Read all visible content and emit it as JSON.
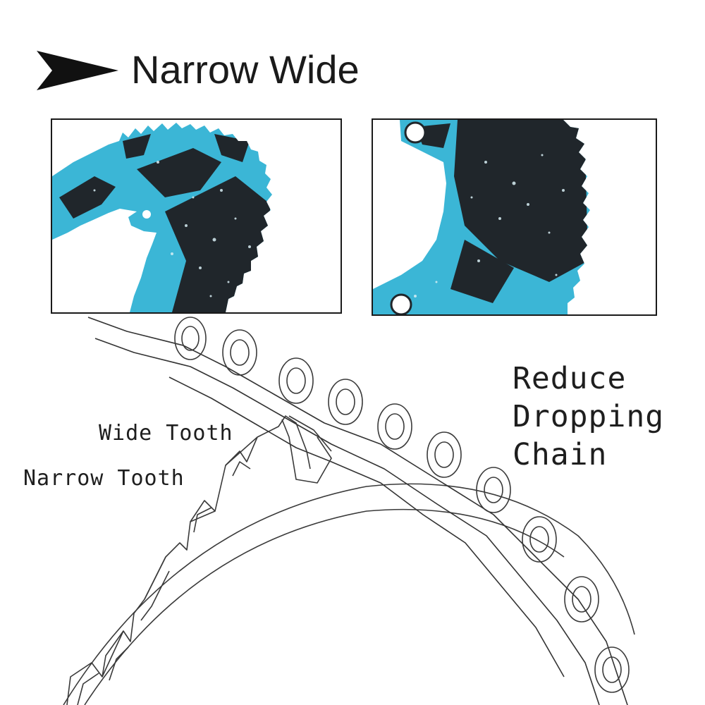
{
  "header": {
    "title": "Narrow Wide",
    "arrow_icon": "arrow-pointer-icon"
  },
  "photos": [
    {
      "name": "chainring-closeup-left",
      "colors": {
        "base": "#3bb6d6",
        "splatter": "#20262b"
      }
    },
    {
      "name": "chainring-closeup-right",
      "colors": {
        "base": "#3bb6d6",
        "splatter": "#20262b"
      }
    }
  ],
  "diagram": {
    "labels": {
      "wide_tooth": "Wide Tooth",
      "narrow_tooth": "Narrow Tooth"
    },
    "callout": {
      "line1": "Reduce",
      "line2": "Dropping",
      "line3": "Chain"
    }
  }
}
